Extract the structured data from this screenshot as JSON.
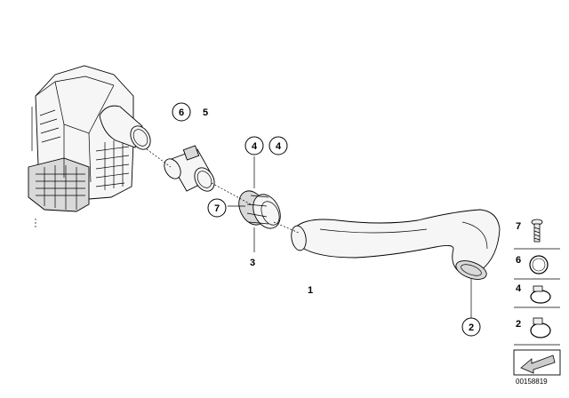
{
  "callouts": {
    "plain_5": "5",
    "circled_6": "6",
    "circled_7": "7",
    "circled_4a": "4",
    "circled_4b": "4",
    "plain_3": "3",
    "plain_1": "1",
    "circled_2": "2"
  },
  "legend": [
    {
      "number": "7",
      "icon": "screw-icon"
    },
    {
      "number": "6",
      "icon": "wire-clamp-icon"
    },
    {
      "number": "4",
      "icon": "hose-clamp-icon"
    },
    {
      "number": "2",
      "icon": "hose-clamp-icon"
    }
  ],
  "diagram_id": "00158819",
  "colors": {
    "line": "#000000",
    "part_fill": "#f6f6f6",
    "shade": "#d9d9d9"
  }
}
